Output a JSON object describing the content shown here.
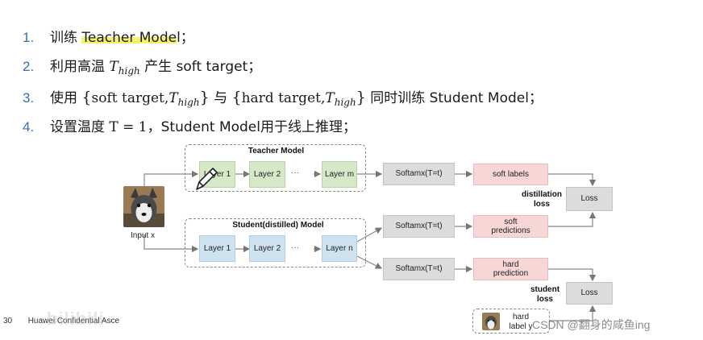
{
  "steps": [
    {
      "num": "1.",
      "pre": "训练 ",
      "highlight": "Teacher Mode",
      "post": "l；"
    },
    {
      "num": "2.",
      "pre": "利用高温 ",
      "math_T": "T",
      "math_sub": "high",
      "post": " 产生 soft target；"
    },
    {
      "num": "3.",
      "pre": "使用 ",
      "brace_open": "{",
      "soft": "soft target,",
      "math_T": "T",
      "math_sub": "high",
      "brace_close": "}",
      "mid": " 与 ",
      "hard": "hard target,",
      "post": " 同时训练 Student Model；"
    },
    {
      "num": "4.",
      "pre": "设置温度 ",
      "eq": "T = 1",
      "post": "，Student Model用于线上推理；"
    }
  ],
  "diagram": {
    "teacher_title": "Teacher Model",
    "student_title": "Student(distilled) Model",
    "teacher_layers": [
      "Layer 1",
      "Layer 2",
      "Layer m"
    ],
    "student_layers": [
      "Layer 1",
      "Layer 2",
      "Layer n"
    ],
    "dots": "···",
    "softmax": [
      "Softamx(T=t)",
      "Softamx(T=t)",
      "Softamx(T=t)"
    ],
    "outputs": [
      "soft labels",
      "soft\npredictions",
      "hard\nprediction"
    ],
    "distill_loss_label": "distillation\nloss",
    "student_loss_label": "student\nloss",
    "loss": [
      "Loss",
      "Loss"
    ],
    "input_label": "Input x",
    "hard_label": "hard\nlabel y"
  },
  "footer": "Huawei Confidential  Asce",
  "page_num": "30",
  "watermark_left": "bilibili",
  "watermark_right": "CSDN @翻身的咸鱼ing",
  "colors": {
    "green": "#d5e8c8",
    "blue": "#cfe2f0",
    "gray": "#dcdcdc",
    "pink": "#f7d6d6",
    "highlight": "#f6f36b"
  }
}
